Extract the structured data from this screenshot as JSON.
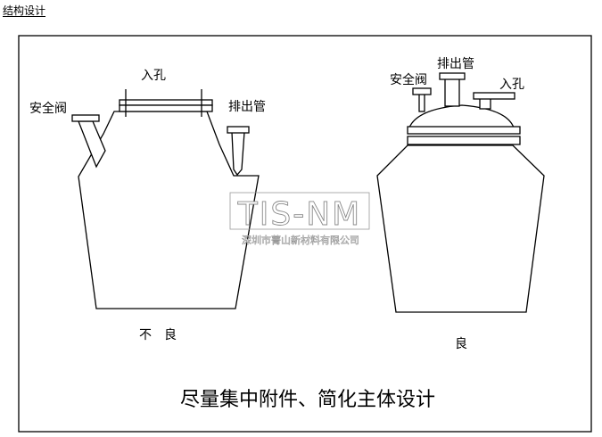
{
  "heading": "结构设计",
  "bad_design": {
    "label_inlet": "入孔",
    "label_safety_valve": "安全阀",
    "label_outlet": "排出管",
    "verdict": "不　良"
  },
  "good_design": {
    "label_safety_valve": "安全阀",
    "label_outlet": "排出管",
    "label_inlet": "入孔",
    "verdict": "良"
  },
  "caption": "尽量集中附件、简化主体设计",
  "watermark": {
    "logo": "TIS-NM",
    "company": "深圳市菁山新材料有限公司"
  }
}
